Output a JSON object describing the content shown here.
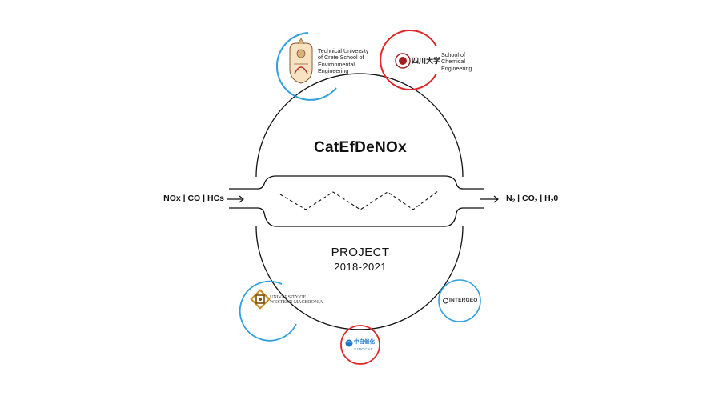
{
  "diagram": {
    "title": "CatEfDeNOx",
    "project_label": "PROJECT",
    "project_years": "2018-2021",
    "inputs": "NOx | CO | HCs",
    "outputs": {
      "n": "N",
      "n_sub": "2",
      "co": "CO",
      "co_sub": "2",
      "h": "H",
      "h_sub": "2",
      "h_rest": "0",
      "sep": " | "
    }
  },
  "partners": {
    "tuc": {
      "lines": [
        "Technical University",
        "of Crete School of",
        "Environmental",
        "Engineering"
      ],
      "ring_color": "#2f9fe0"
    },
    "scu": {
      "lines": [
        "School of",
        "Chemical",
        "Engineering"
      ],
      "ring_color": "#e0272c"
    },
    "uowm": {
      "lines": [
        "UNIVERSITY OF",
        "WESTERN MACEDONIA"
      ],
      "ring_color": "#2f9fe0"
    },
    "intergeo": {
      "name": "INTERGEO",
      "ring_color": "#2f9fe0"
    },
    "sinocat": {
      "name": "SINOCAT",
      "ring_color": "#e0272c"
    }
  }
}
